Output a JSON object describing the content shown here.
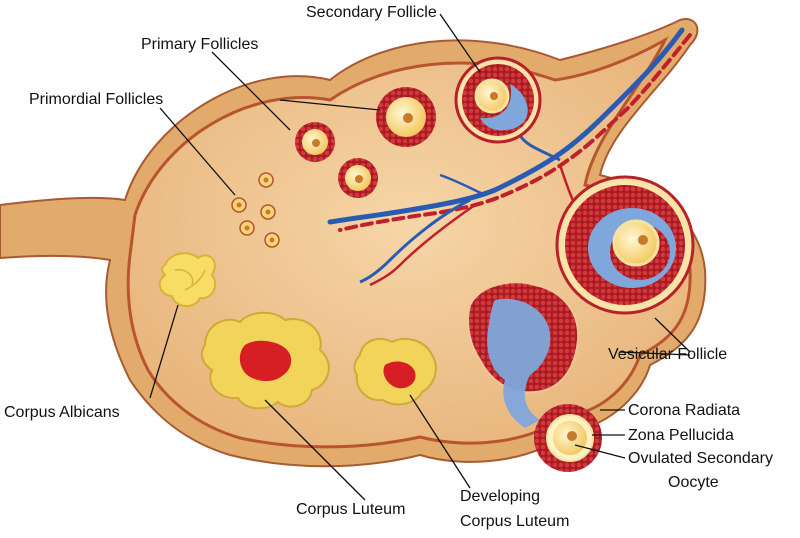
{
  "labels": {
    "secondary_follicle": "Secondary Follicle",
    "primary_follicles": "Primary Follicles",
    "primordial_follicles": "Primordial Follicles",
    "corpus_albicans": "Corpus Albicans",
    "vesicular_follicle": "Vesicular Follicle",
    "corona_radiata": "Corona Radiata",
    "zona_pellucida": "Zona Pellucida",
    "ovulated_secondary_oocyte_line1": "Ovulated Secondary",
    "ovulated_secondary_oocyte_line2": "Oocyte",
    "corpus_luteum": "Corpus Luteum",
    "developing_corpus_luteum_line1": "Developing",
    "developing_corpus_luteum_line2": "Corpus Luteum"
  },
  "colors": {
    "ovary_outer": "#e3ab6b",
    "ovary_inner": "#efc795",
    "ovary_edge": "#a85a32",
    "follicle_red": "#b8202a",
    "follicle_yellow": "#fbe7a0",
    "oocyte": "#f5c75a",
    "nucleus": "#c8792a",
    "fluid_blue": "#7fa7dc",
    "vein_blue": "#2a5bb3",
    "artery_red": "#c0202a",
    "luteum_yellow": "#f2d45a"
  }
}
